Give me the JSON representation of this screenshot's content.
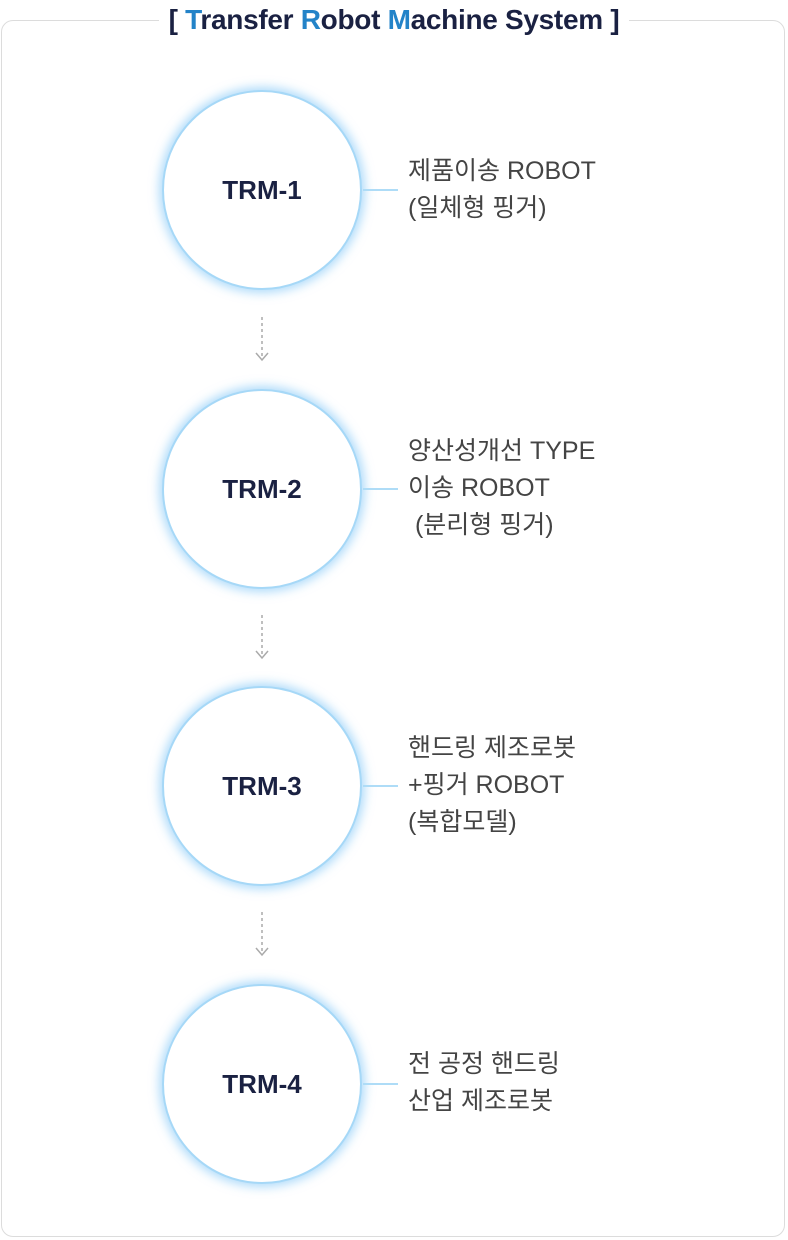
{
  "title": {
    "open_bracket": "[",
    "t": "T",
    "ransfer": "ransfer ",
    "r": "R",
    "obot": "obot ",
    "m": "M",
    "achine": "achine System",
    "close_bracket": "]"
  },
  "accent_color": "#2383c8",
  "steps": [
    {
      "label": "TRM-1",
      "lines": [
        "제품이송 ROBOT",
        "(일체형 핑거)"
      ]
    },
    {
      "label": "TRM-2",
      "lines": [
        "양산성개선 TYPE",
        "이송 ROBOT",
        " (분리형 핑거)"
      ]
    },
    {
      "label": "TRM-3",
      "lines": [
        "핸드링 제조로봇",
        "+핑거 ROBOT",
        "(복합모델)"
      ]
    },
    {
      "label": "TRM-4",
      "lines": [
        "전 공정 핸드링",
        "산업 제조로봇"
      ]
    }
  ]
}
